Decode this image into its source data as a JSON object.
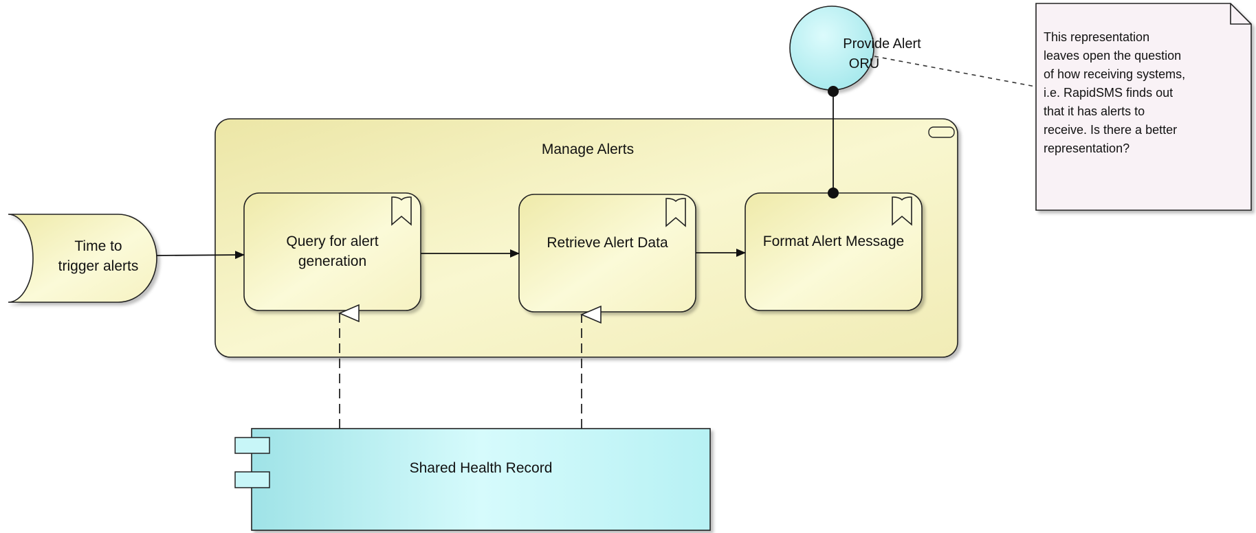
{
  "event": {
    "label_line1": "Time to",
    "label_line2": "trigger alerts"
  },
  "group": {
    "label": "Manage Alerts"
  },
  "processes": [
    {
      "label_line1": "Query for alert",
      "label_line2": "generation"
    },
    {
      "label_line1": "Retrieve Alert Data"
    },
    {
      "label_line1": "Format Alert Message"
    }
  ],
  "interface": {
    "label_line1": "Provide Alert",
    "label_line2": "ORU"
  },
  "component": {
    "label": "Shared Health Record"
  },
  "note": {
    "lines": [
      "This representation",
      "leaves open the question",
      "of how receiving systems,",
      "i.e. RapidSMS finds out",
      "that it has alerts to",
      "receive.  Is there a better",
      "representation?"
    ]
  },
  "colors": {
    "process_fill": "#f6f3bf",
    "group_fill": "#f3efb8",
    "interface_fill": "#bff2f4",
    "component_fill": "#c3f6f8",
    "note_fill": "#f9f2f6",
    "outline": "#222222"
  }
}
